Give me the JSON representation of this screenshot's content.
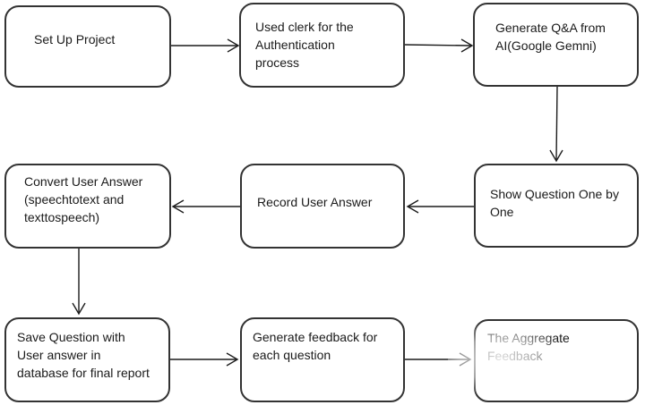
{
  "diagram": {
    "title": "Project workflow flowchart",
    "colors": {
      "background": "#ffffff",
      "node_border": "#333333",
      "node_fill": "#ffffff",
      "text": "#1a1a1a",
      "arrow": "#1c1c1c"
    },
    "nodes": [
      {
        "id": "set-up-project",
        "label": "Set Up Project"
      },
      {
        "id": "clerk-auth",
        "label": "Used clerk for the\nAuthentication\nprocess"
      },
      {
        "id": "generate-qa",
        "label": "Generate Q&A from\nAI(Google Gemni)"
      },
      {
        "id": "convert-answer",
        "label": "Convert User Answer\n(speechtotext and\ntexttospeech)"
      },
      {
        "id": "record-answer",
        "label": "Record User Answer"
      },
      {
        "id": "show-question",
        "label": "Show Question One by\nOne"
      },
      {
        "id": "save-question",
        "label": "Save Question with\nUser answer in\ndatabase for final report"
      },
      {
        "id": "generate-feedback",
        "label": "Generate feedback for\neach question"
      },
      {
        "id": "aggregate-feedback",
        "label": "The Aggregate\nFeedback"
      }
    ],
    "connections": [
      {
        "from": "set-up-project",
        "to": "clerk-auth"
      },
      {
        "from": "clerk-auth",
        "to": "generate-qa"
      },
      {
        "from": "generate-qa",
        "to": "show-question"
      },
      {
        "from": "show-question",
        "to": "record-answer"
      },
      {
        "from": "record-answer",
        "to": "convert-answer"
      },
      {
        "from": "convert-answer",
        "to": "save-question"
      },
      {
        "from": "save-question",
        "to": "generate-feedback"
      },
      {
        "from": "generate-feedback",
        "to": "aggregate-feedback"
      }
    ]
  }
}
